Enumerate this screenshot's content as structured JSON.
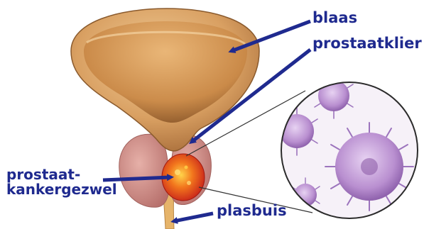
{
  "labels": {
    "bladder": "blaas",
    "prostate": "prostaatklier",
    "urethra": "plasbuis",
    "tumor_line1": "prostaat-",
    "tumor_line2": "kankergezwel"
  },
  "colors": {
    "label_text": "#1f2a8f",
    "arrow": "#1f2a8f",
    "bladder": "#d9a062",
    "prostate": "#c98e8a",
    "tumor": "#e8431c",
    "cells": "#b98fd0"
  }
}
